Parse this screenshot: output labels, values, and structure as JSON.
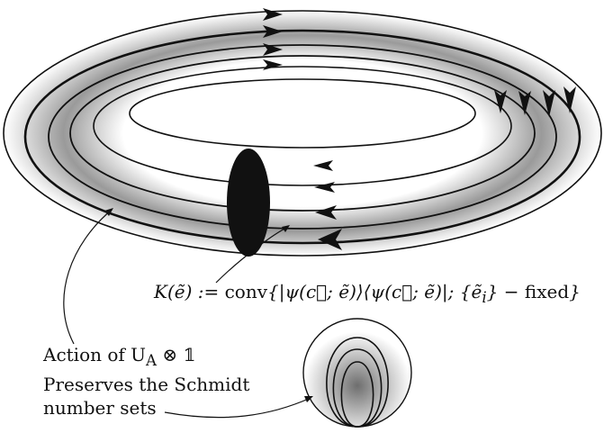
{
  "formula": {
    "lhs": "K(ẽ) := ",
    "op": "conv",
    "body": "{|ψ(c⃗; ẽ)⟩⟨ψ(c⃗; ẽ)|; {ẽ",
    "sub": "i",
    "tail": "} − ",
    "fixed": "fixed",
    "close": "}"
  },
  "action_label": {
    "line1": "Action of U",
    "line1_sub": "A",
    "line1_tail": " ⊗ 𝟙",
    "line2": "Preserves the Schmidt",
    "line3": "number sets"
  },
  "colors": {
    "stroke": "#111111",
    "shade_dark": "#8a8a8a",
    "shade_light": "#ffffff"
  }
}
